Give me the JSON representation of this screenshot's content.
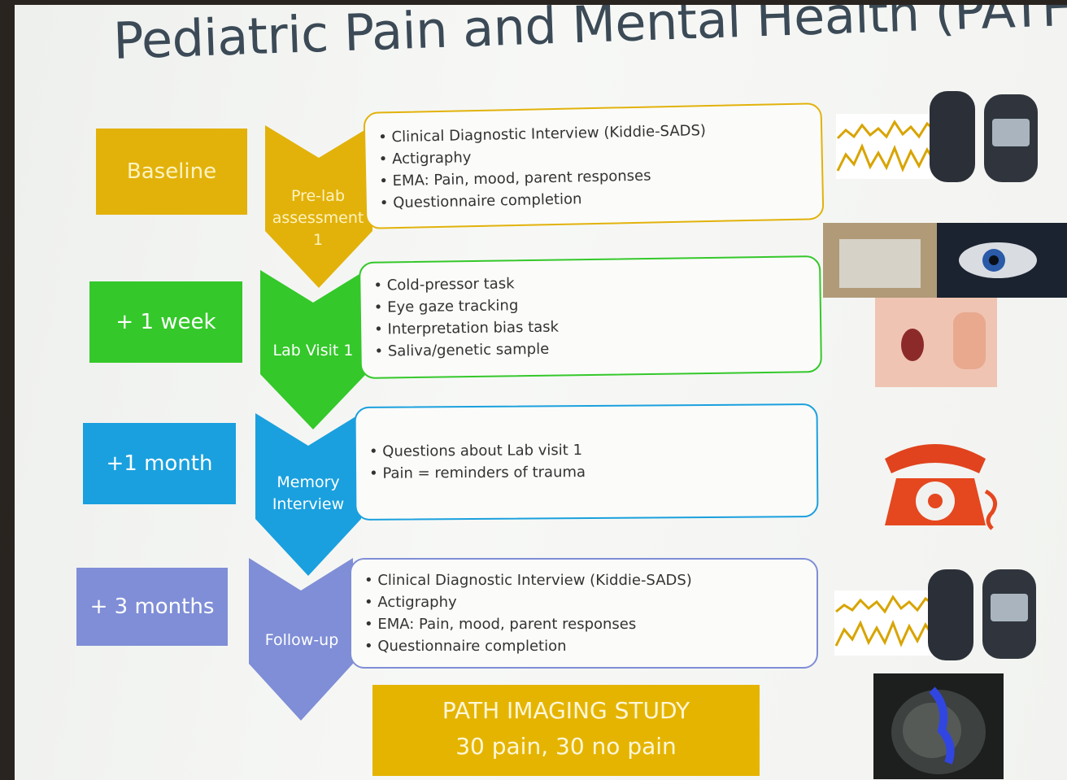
{
  "title": "Pediatric Pain and Mental Health (PATH)",
  "colors": {
    "yellow": "#e2b20b",
    "green": "#34c82a",
    "blue": "#1aa0de",
    "purple": "#7f8ed6"
  },
  "stages": [
    {
      "label": "Baseline",
      "step": "Pre-lab assessment 1",
      "items": [
        "Clinical Diagnostic Interview (Kiddie-SADS)",
        "Actigraphy",
        "EMA: Pain, mood, parent responses",
        "Questionnaire completion"
      ]
    },
    {
      "label": "+ 1 week",
      "step": "Lab Visit 1",
      "items": [
        "Cold-pressor task",
        "Eye gaze tracking",
        "Interpretation bias task",
        "Saliva/genetic sample"
      ]
    },
    {
      "label": "+1 month",
      "step": "Memory Interview",
      "items": [
        "Questions about Lab visit 1",
        "Pain = reminders of trauma"
      ]
    },
    {
      "label": "+ 3 months",
      "step": "Follow-up",
      "items": [
        "Clinical Diagnostic Interview (Kiddie-SADS)",
        "Actigraphy",
        "EMA: Pain, mood, parent responses",
        "Questionnaire completion"
      ]
    }
  ],
  "imaging": {
    "line1": "PATH IMAGING STUDY",
    "line2": "30 pain, 30 no pain"
  }
}
